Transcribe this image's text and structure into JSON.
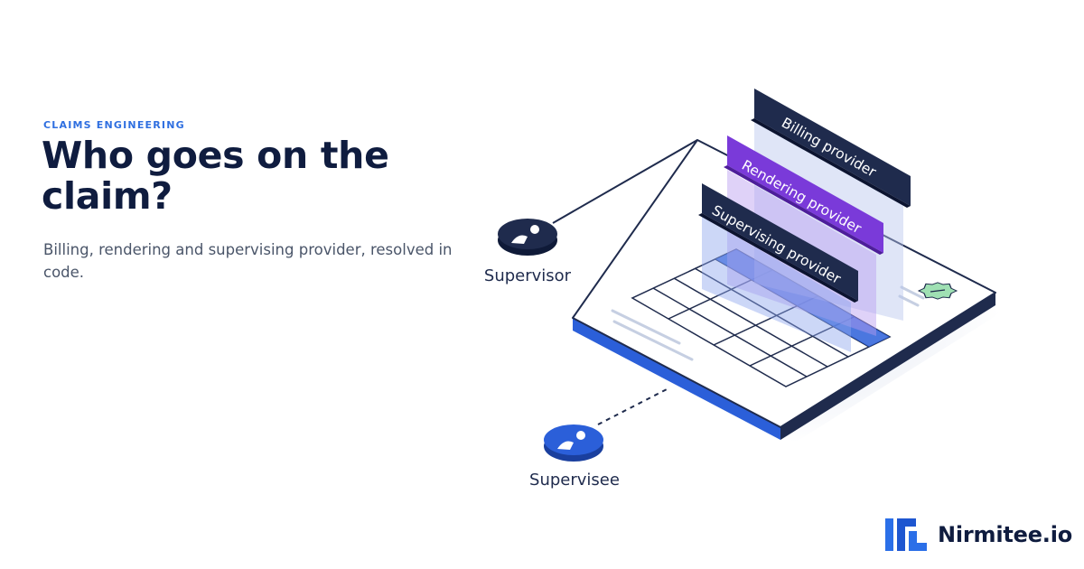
{
  "eyebrow": "CLAIMS ENGINEERING",
  "headline": "Who goes on the claim?",
  "subtitle": "Billing, rendering and supervising provider, resolved in code.",
  "illustration": {
    "tabs": {
      "billing": "Billing provider",
      "rendering": "Rendering provider",
      "supervising": "Supervising provider"
    },
    "nodes": {
      "supervisor": "Supervisor",
      "supervisee": "Supervisee"
    },
    "icons": [
      "person-icon",
      "seal-icon"
    ]
  },
  "brand": {
    "name": "Nirmitee.io"
  },
  "colors": {
    "navy": "#1f2b4d",
    "purple": "#7a3ad9",
    "blue": "#2b5fd9",
    "seal": "#9fe0b3"
  }
}
